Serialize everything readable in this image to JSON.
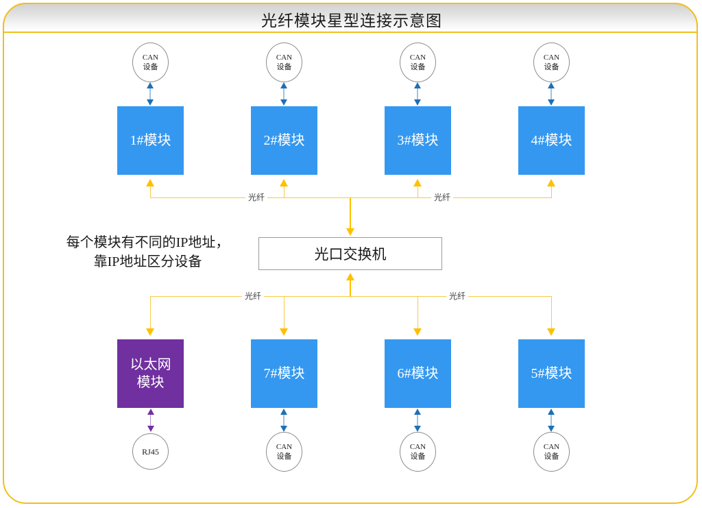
{
  "header": {
    "title": "光纤模块星型连接示意图"
  },
  "note": {
    "line1": "每个模块有不同的IP地址，",
    "line2": "靠IP地址区分设备"
  },
  "switch": {
    "label": "光口交换机"
  },
  "top_modules": [
    {
      "label": "1#模块",
      "device": "CAN\n设备",
      "device_line1": "CAN",
      "device_line2": "设备"
    },
    {
      "label": "2#模块",
      "device_line1": "CAN",
      "device_line2": "设备"
    },
    {
      "label": "3#模块",
      "device_line1": "CAN",
      "device_line2": "设备"
    },
    {
      "label": "4#模块",
      "device_line1": "CAN",
      "device_line2": "设备"
    }
  ],
  "bottom_modules": [
    {
      "label_line1": "以太网",
      "label_line2": "模块",
      "device_line1": "RJ45",
      "device_line2": ""
    },
    {
      "label_line1": "7#模块",
      "label_line2": "",
      "device_line1": "CAN",
      "device_line2": "设备"
    },
    {
      "label_line1": "6#模块",
      "label_line2": "",
      "device_line1": "CAN",
      "device_line2": "设备"
    },
    {
      "label_line1": "5#模块",
      "label_line2": "",
      "device_line1": "CAN",
      "device_line2": "设备"
    }
  ],
  "fiber_labels": {
    "top_left": "光纤",
    "top_right": "光纤",
    "bottom_left": "光纤",
    "bottom_right": "光纤"
  },
  "colors": {
    "module_blue": "#3498f0",
    "ethernet_purple": "#7030a0",
    "fiber_orange": "#ffc000",
    "can_link_blue": "#9dc3e6",
    "frame_gold": "#f0bf1e"
  }
}
